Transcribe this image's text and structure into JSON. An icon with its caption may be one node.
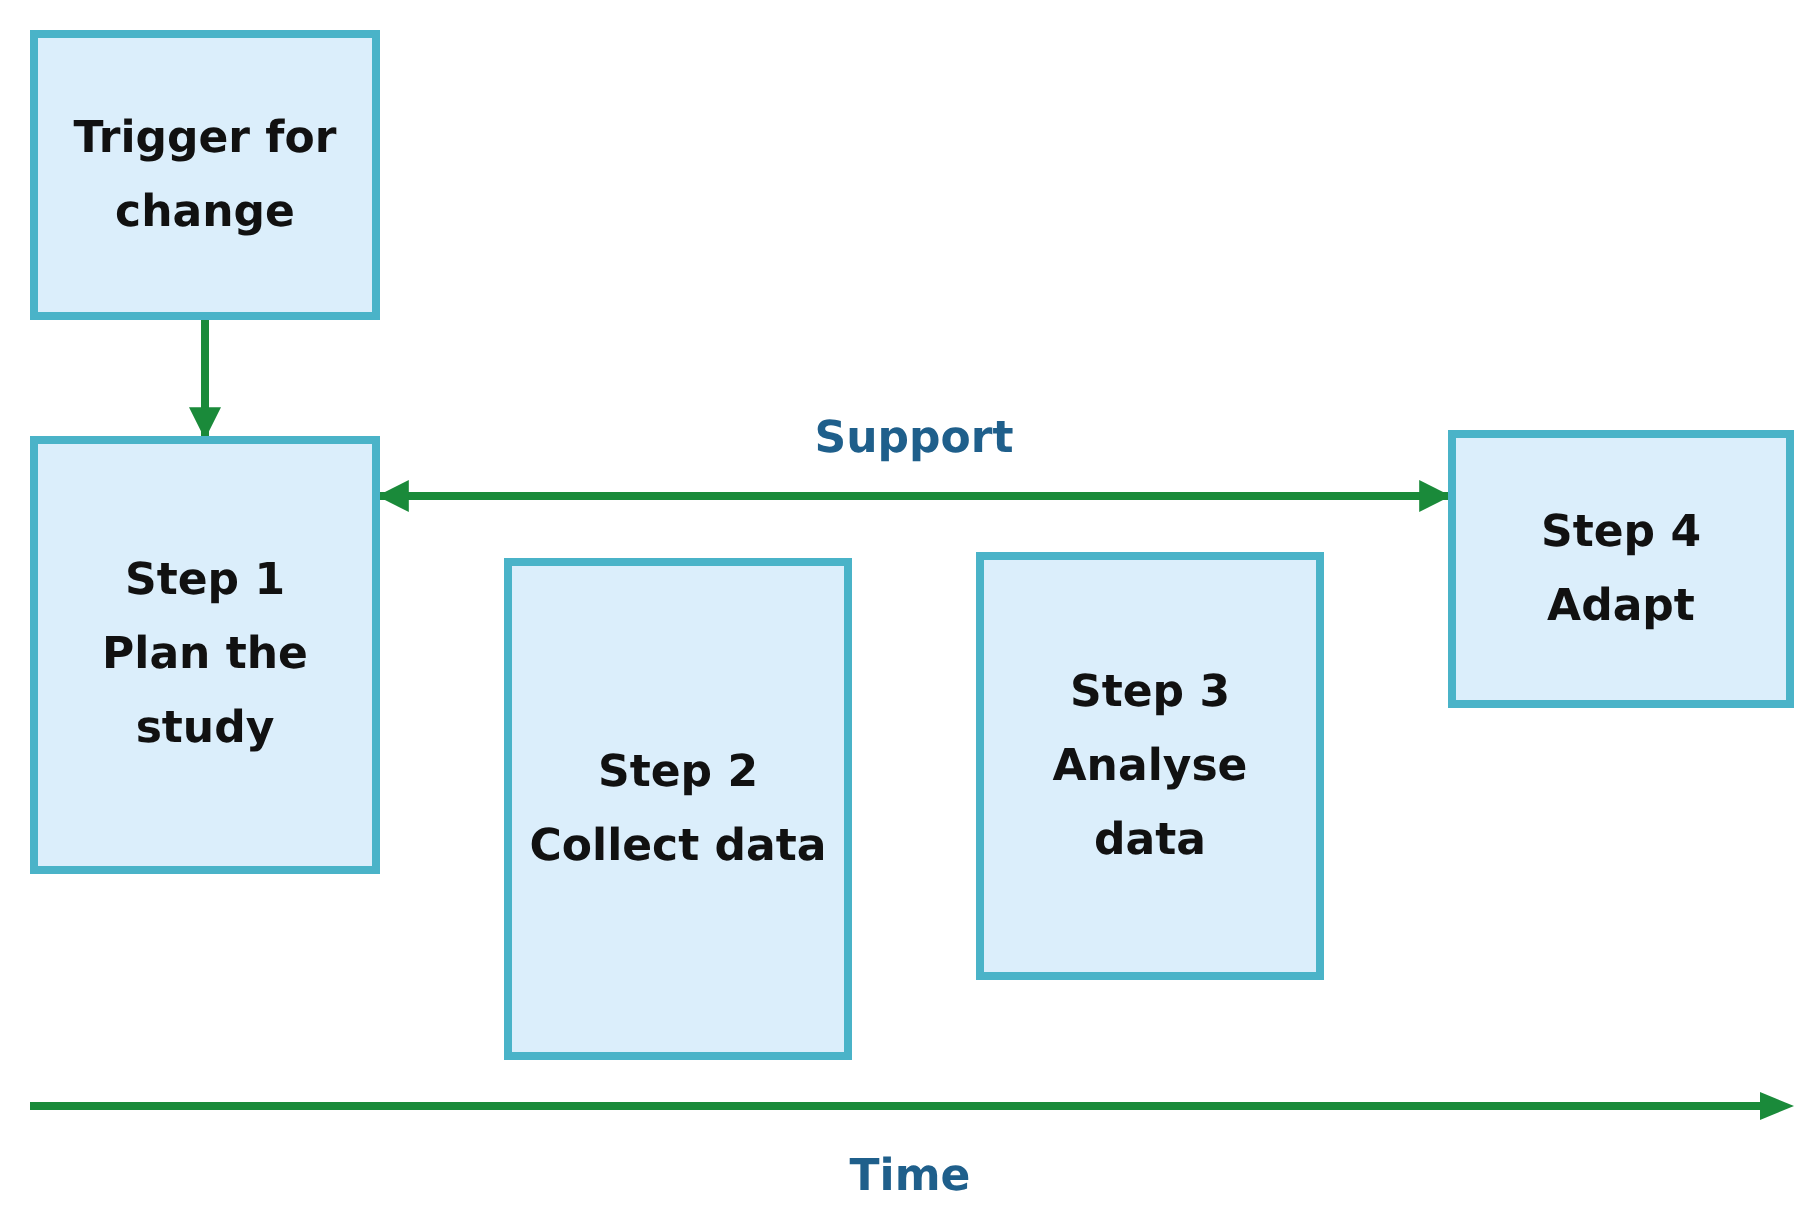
{
  "diagram": {
    "nodes": [
      {
        "text": [
          "Trigger for change"
        ]
      },
      {
        "text": [
          "Step 1",
          "Plan the study"
        ]
      },
      {
        "text": [
          "Step 2",
          "Collect data"
        ]
      },
      {
        "text": [
          "Step 3",
          "Analyse data"
        ]
      },
      {
        "text": [
          "Step 4",
          "Adapt"
        ]
      }
    ],
    "edges": [
      {
        "from": 0,
        "to": 1,
        "arrow": "to"
      },
      {
        "from": 1,
        "to": 4,
        "arrow": "both",
        "label": "Support"
      }
    ],
    "labels": [
      "Time"
    ]
  }
}
